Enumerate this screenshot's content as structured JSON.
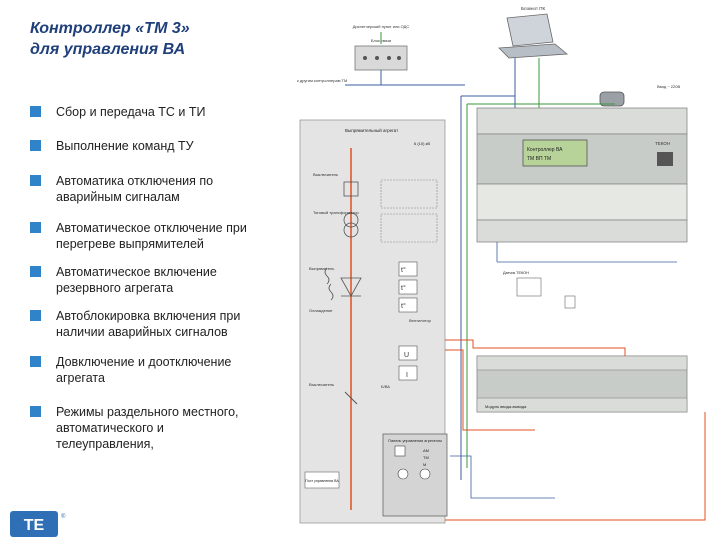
{
  "title": {
    "line1": "Контроллер «ТМ 3»",
    "line2": "для управления ВА"
  },
  "features": [
    {
      "lines": [
        "Сбор и передача ТС и ТИ"
      ]
    },
    {
      "lines": [
        "Выполнение команд ТУ"
      ]
    },
    {
      "lines": [
        "Автоматика отключения по",
        "аварийным сигналам"
      ]
    },
    {
      "lines": [
        "Автоматическое отключение при",
        "перегреве выпрямителей"
      ]
    },
    {
      "lines": [
        "Автоматическое включение",
        "резервного агрегата"
      ]
    },
    {
      "lines": [
        "Автоблокировка включения при",
        "наличии аварийных сигналов"
      ]
    },
    {
      "lines": [
        "Довключение и доотключение",
        "агрегата"
      ]
    },
    {
      "lines": [
        "Режимы раздельного местного,",
        "автоматического и",
        "телеуправления,"
      ]
    }
  ],
  "logo": {
    "text": "ТЕ",
    "mark": "®"
  },
  "colors": {
    "title": "#1f3f7a",
    "bullet": "#2f83c9",
    "panel": "#e4e4e4",
    "feed_line": "#e05020",
    "control_line": "#3a5fa0",
    "signal_line": "#4aa84a",
    "module": "#c8ccc8"
  },
  "diagram": {
    "laptop_label": "Блокнот ПК",
    "dispatch_label": "Диспетчерский пункт или ОДС",
    "modem_label": "Блок связи",
    "comm_label": "к другим контроллерам ТМ",
    "feed_label": "Ввод ~ 220В",
    "panel_title": "Выпрямительный агрегат",
    "panel_voltage": "6 (10) кВ",
    "switch_label": "Выключатель",
    "transformer_label": "Тяговый трансформатор",
    "rectifier_label": "Выпрямитель",
    "cooling_label": "Охлаждение",
    "fan_label": "Вентилятор",
    "breaker_label": "Выключатель",
    "qf_label": "Б/ВА",
    "heat_labels": [
      "t°",
      "t°",
      "t°"
    ],
    "meter_labels": [
      "U",
      "I"
    ],
    "local_panel_title": "Панель управления агрегатом",
    "local_switch_labels": [
      "АМ",
      "ТМ",
      "М"
    ],
    "controller_screen": [
      "Контроллер ВА",
      "ТМ ВП  ТМ"
    ],
    "controller_brand": "ТЕКОН",
    "sensor_label": "Датчик ТЕКОН",
    "io_module_label": "Модуль ввода-вывода",
    "bottom_label": "Пост управления ВА"
  }
}
